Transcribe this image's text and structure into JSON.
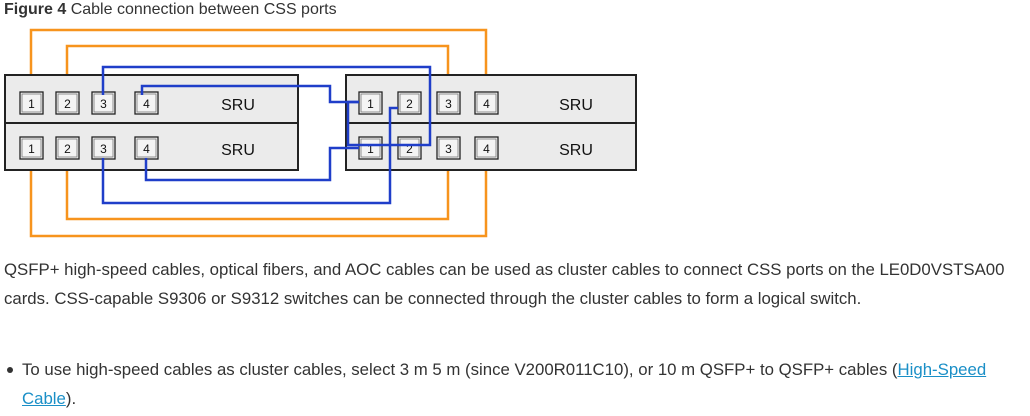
{
  "caption": {
    "figure_label": "Figure 4",
    "title": "Cable connection between CSS ports"
  },
  "diagram": {
    "cards": [
      {
        "label": "SRU",
        "ports": [
          "1",
          "2",
          "3",
          "4"
        ]
      },
      {
        "label": "SRU",
        "ports": [
          "1",
          "2",
          "3",
          "4"
        ]
      },
      {
        "label": "SRU",
        "ports": [
          "1",
          "2",
          "3",
          "4"
        ]
      },
      {
        "label": "SRU",
        "ports": [
          "1",
          "2",
          "3",
          "4"
        ]
      }
    ],
    "colors": {
      "orange_cable": "#f7941d",
      "blue_cable": "#1f3ec9",
      "chassis_fill": "#ebebeb",
      "chassis_border": "#222222"
    }
  },
  "paragraph": "QSFP+ high-speed cables, optical fibers, and AOC cables can be used as cluster cables to connect CSS ports on the LE0D0VSTSA00 cards. CSS-capable S9306 or S9312 switches can be connected through the cluster cables to form a logical switch.",
  "bullets": [
    {
      "text": "To use high-speed cables as cluster cables, select 3 m 5 m (since V200R011C10), or 10 m QSFP+ to QSFP+ cables (",
      "link": "High-Speed Cable",
      "tail": ")."
    }
  ]
}
